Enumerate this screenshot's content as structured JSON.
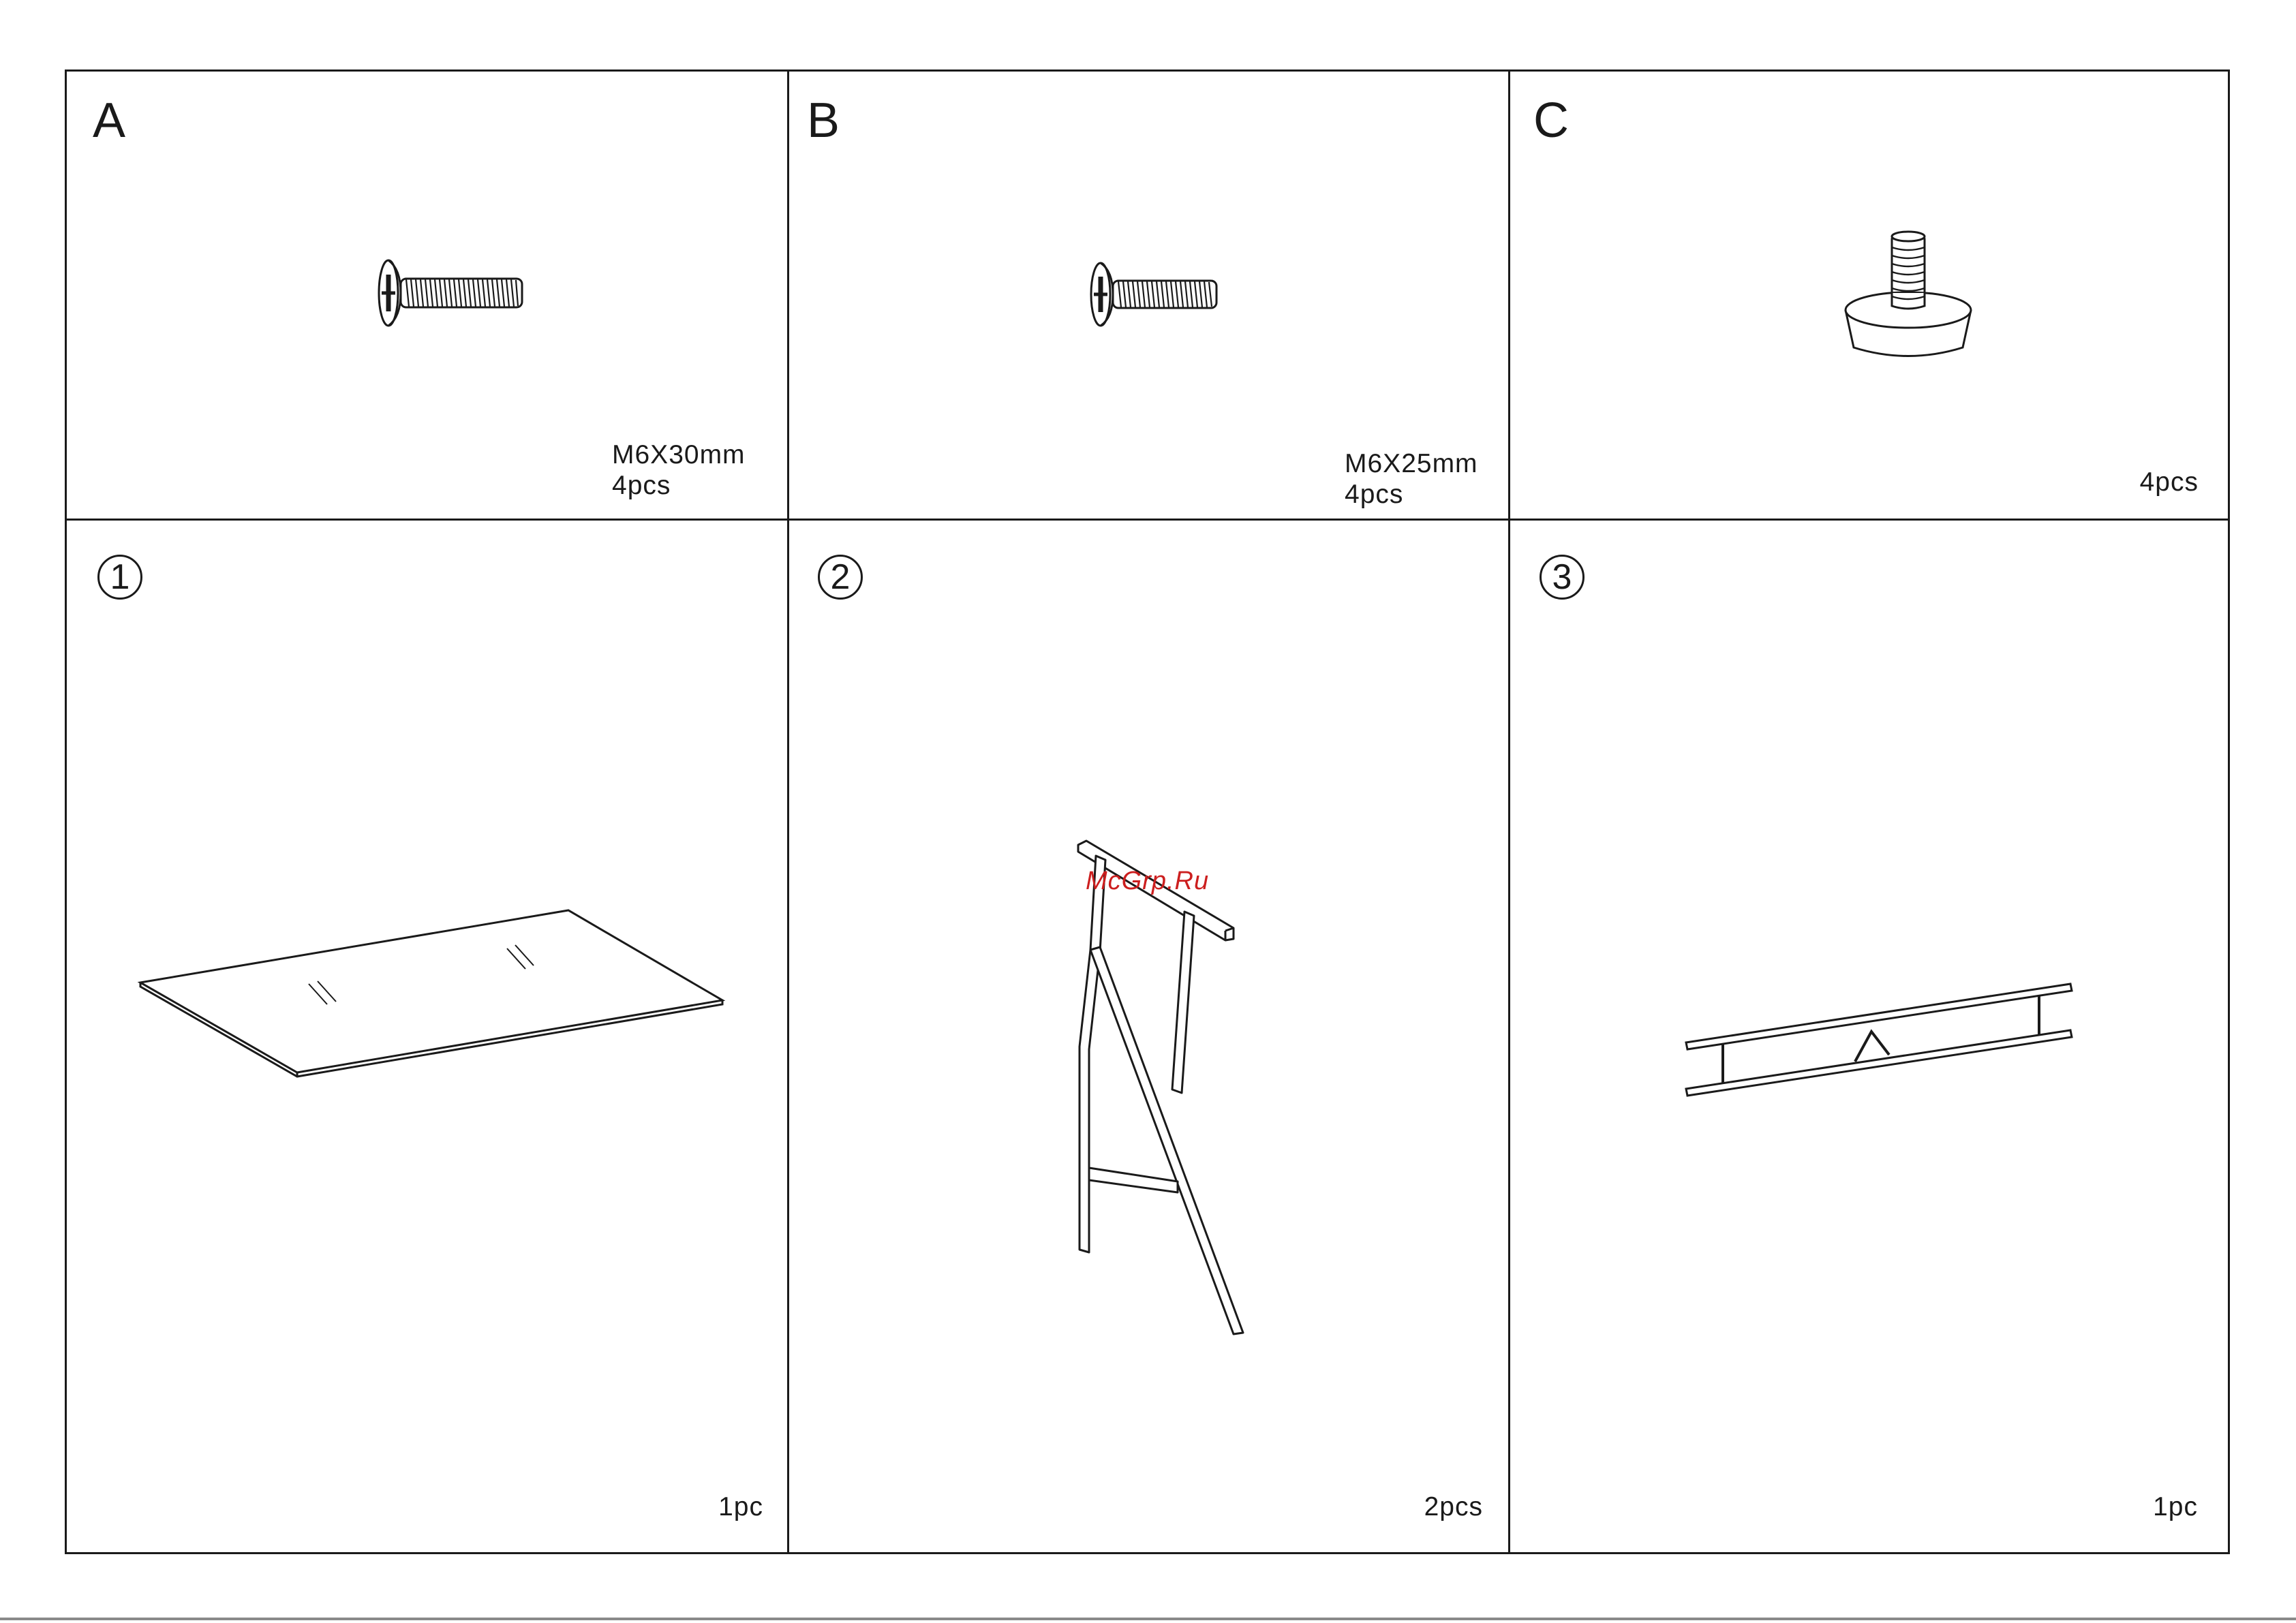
{
  "hardware": [
    {
      "letter": "A",
      "size": "M6X30mm",
      "qty": "4pcs",
      "icon": "bolt-long-icon"
    },
    {
      "letter": "B",
      "size": "M6X25mm",
      "qty": "4pcs",
      "icon": "bolt-short-icon"
    },
    {
      "letter": "C",
      "size": "",
      "qty": "4pcs",
      "icon": "leveling-foot-icon"
    }
  ],
  "parts": [
    {
      "number": "1",
      "qty": "1pc",
      "icon": "glass-top-icon"
    },
    {
      "number": "2",
      "qty": "2pcs",
      "icon": "side-leg-frame-icon"
    },
    {
      "number": "3",
      "qty": "1pc",
      "icon": "cross-brace-icon"
    }
  ],
  "watermark": "McGrp.Ru"
}
